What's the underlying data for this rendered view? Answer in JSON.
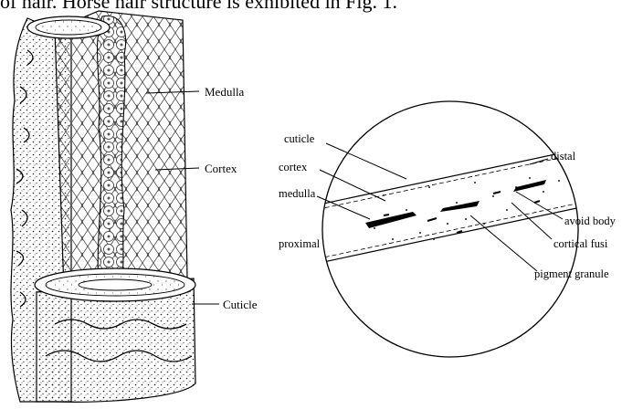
{
  "caption": "of hair. Horse hair structure is exhibited in Fig. 1.",
  "left_figure": {
    "labels": {
      "medulla": "Medulla",
      "cortex": "Cortex",
      "cuticle": "Cuticle"
    }
  },
  "right_figure": {
    "labels": {
      "cuticle": "cuticle",
      "cortex": "cortex",
      "medulla": "medulla",
      "proximal": "proximal",
      "distal": "distal",
      "avoid_body": "avoid body",
      "cortical_fusi": "cortical fusi",
      "pigment_granule": "pigment granule"
    }
  }
}
